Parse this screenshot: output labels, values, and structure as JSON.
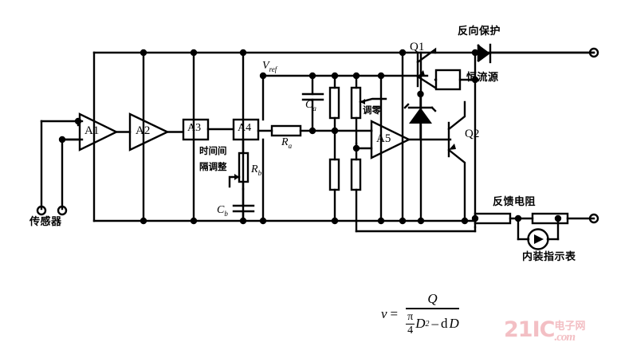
{
  "figure": {
    "type": "electronic-circuit-schematic",
    "title": "",
    "background": "#ffffff",
    "line_color": "#000000",
    "watermark": {
      "brand": "21IC",
      "cn": "电子网",
      "domain": ".com",
      "color": "#f3bfc4"
    }
  },
  "blocks": {
    "a1": "A1",
    "a2": "A2",
    "a3": "A3",
    "a4": "A4",
    "a5": "A5",
    "q1": "Q1",
    "q2": "Q2"
  },
  "components": {
    "r_a": "R",
    "r_a_sub": "a",
    "r_b": "R",
    "r_b_sub": "b",
    "c_a": "C",
    "c_a_sub": "a",
    "c_b": "C",
    "c_b_sub": "b",
    "v_ref": "V",
    "v_ref_sub": "ref"
  },
  "annotations": {
    "sensor": "传感器",
    "time_interval_adjust_line1": "时间间",
    "time_interval_adjust_line2": "隔调整",
    "zero_adjust": "调零",
    "reverse_protection": "反向保护",
    "constant_current_source": "恒流源",
    "feedback_resistor": "反馈电阻",
    "builtin_indicator_meter": "内装指示表"
  },
  "formula": {
    "lhs": "v",
    "equals": "=",
    "numerator": "Q",
    "den_pi": "π",
    "den_four": "4",
    "den_d": "D",
    "den_d_sup": "2",
    "den_minus": "–",
    "den_dd": "d",
    "den_dd2": "D"
  }
}
